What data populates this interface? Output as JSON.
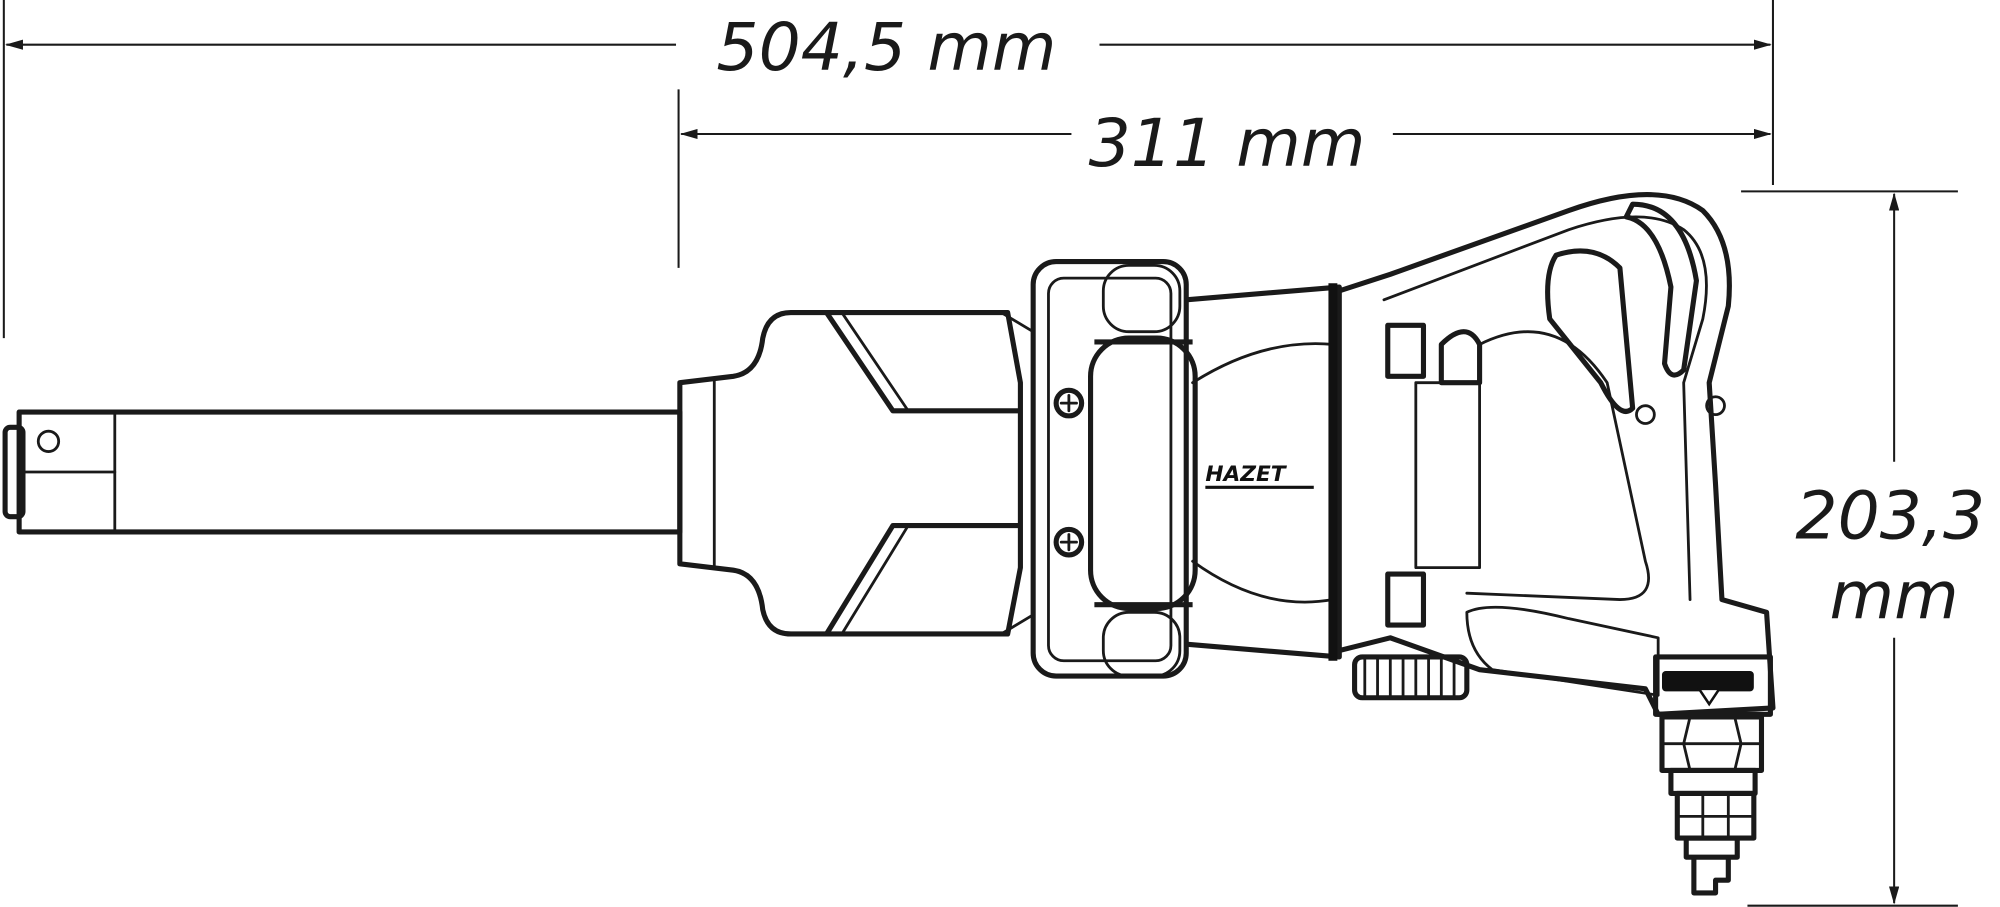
{
  "dimensions": {
    "overall_length": "504,5 mm",
    "body_length": "311 mm",
    "height_value": "203,3",
    "height_unit": "mm"
  },
  "logo": {
    "text": "HAZET"
  },
  "colors": {
    "line": "#1a1a1a",
    "background": "#ffffff"
  }
}
